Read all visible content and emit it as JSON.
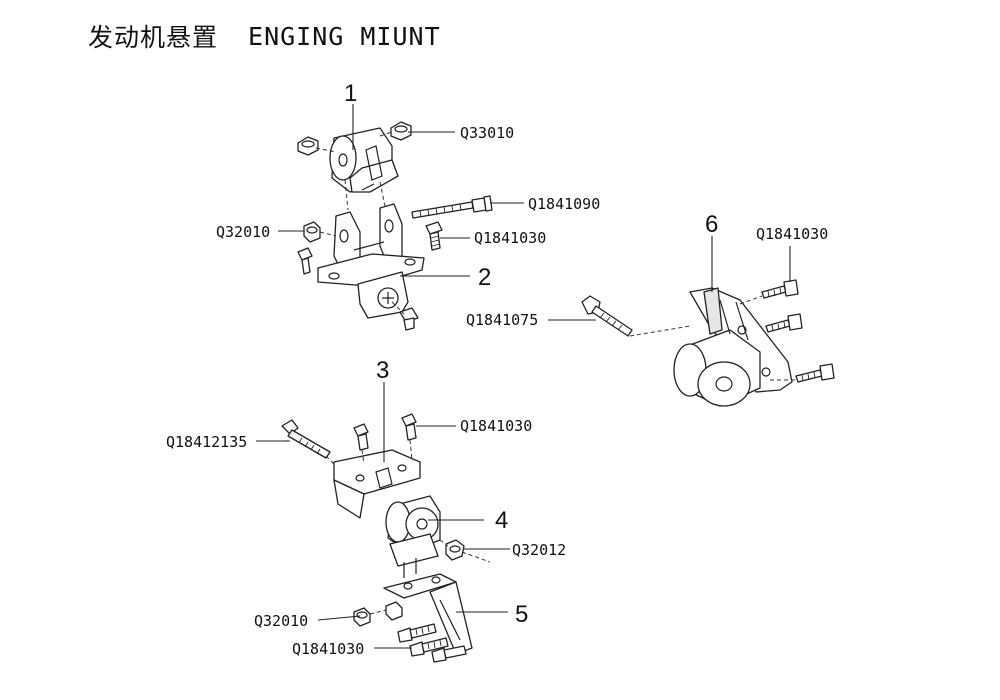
{
  "title": {
    "chinese": "发动机悬置",
    "english": "ENGING MIUNT"
  },
  "callouts": {
    "c1": "1",
    "c2": "2",
    "c3": "3",
    "c4": "4",
    "c5": "5",
    "c6": "6"
  },
  "part_numbers": {
    "p_q33010": "Q33010",
    "p_q1841090": "Q1841090",
    "p_q32010_top": "Q32010",
    "p_q1841030_top": "Q1841030",
    "p_q1841030_right": "Q1841030",
    "p_q1841075": "Q1841075",
    "p_q18412135": "Q18412135",
    "p_q1841030_mid": "Q1841030",
    "p_q32012": "Q32012",
    "p_q32010_bottom": "Q32010",
    "p_q1841030_bottom": "Q1841030"
  }
}
